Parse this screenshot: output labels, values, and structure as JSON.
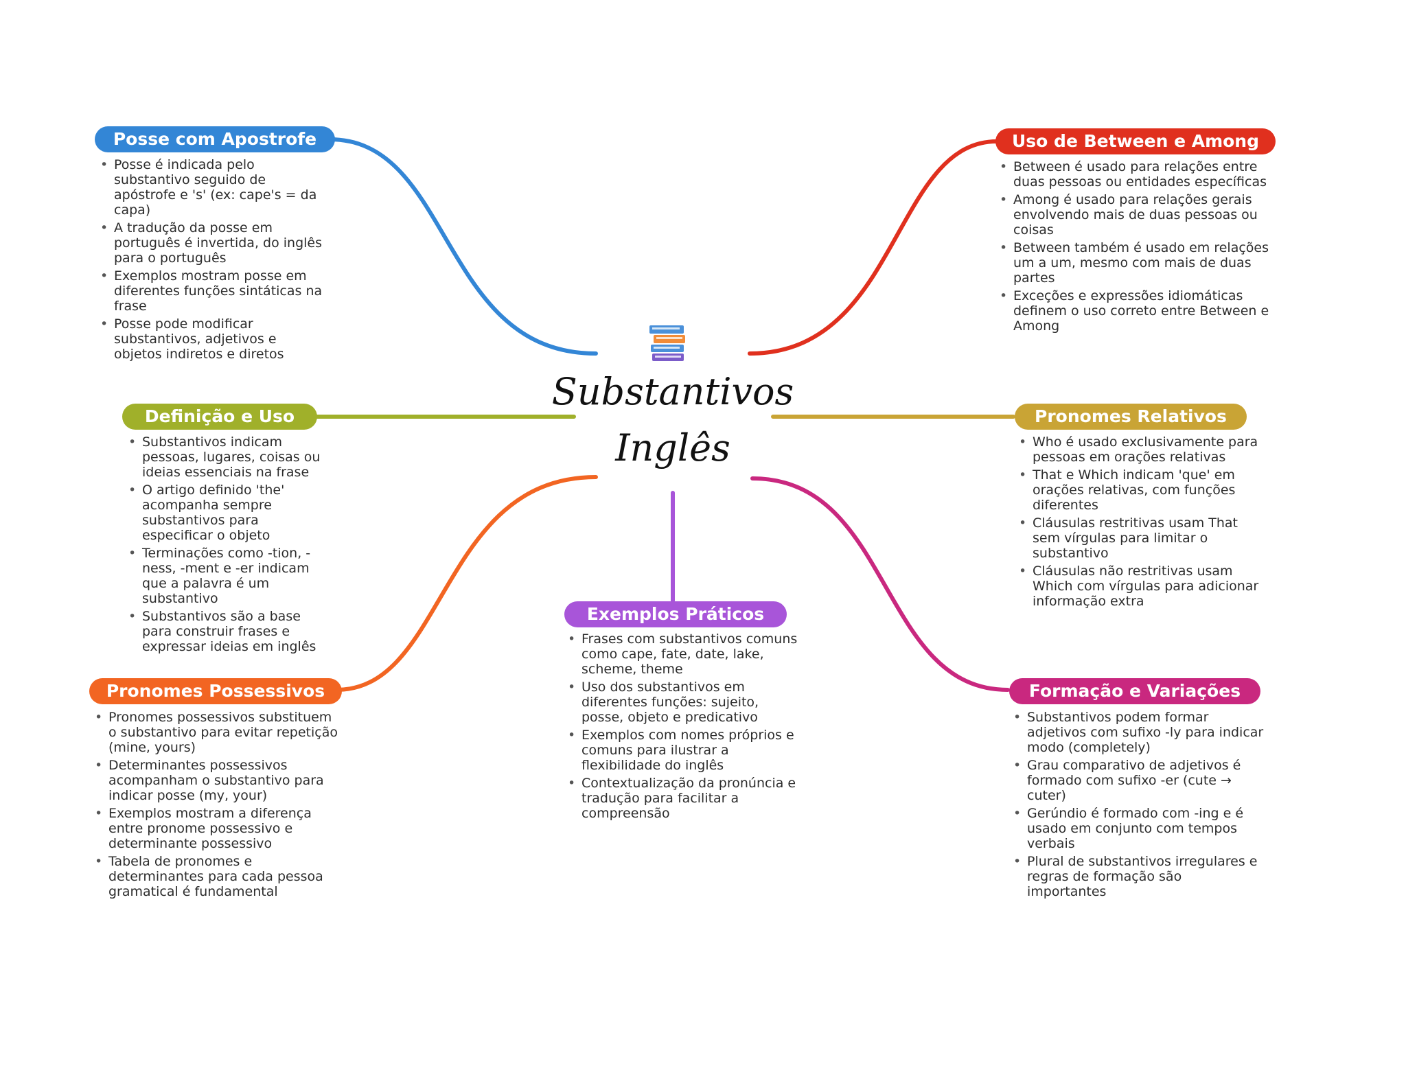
{
  "center": {
    "title_line1": "Substantivos",
    "title_line2": "Inglês",
    "icon": "books-icon"
  },
  "branches": {
    "posse": {
      "title": "Posse com Apostrofe",
      "color": "#3386d6",
      "items": [
        "Posse é indicada pelo substantivo seguido de apóstrofe e 's' (ex: cape's = da capa)",
        "A tradução da posse em português é invertida, do inglês para o português",
        "Exemplos mostram posse em diferentes funções sintáticas na frase",
        "Posse pode modificar substantivos, adjetivos e objetos indiretos e diretos"
      ]
    },
    "definicao": {
      "title": "Definição e Uso",
      "color": "#a0b02a",
      "items": [
        "Substantivos indicam pessoas, lugares, coisas ou ideias essenciais na frase",
        "O artigo definido 'the' acompanha sempre substantivos para especificar o objeto",
        "Terminações como -tion, -ness, -ment e -er indicam que a palavra é um substantivo",
        "Substantivos são a base para construir frases e expressar ideias em inglês"
      ]
    },
    "possessivos": {
      "title": "Pronomes Possessivos",
      "color": "#f26522",
      "items": [
        "Pronomes possessivos substituem o substantivo para evitar repetição (mine, yours)",
        "Determinantes possessivos acompanham o substantivo para indicar posse (my, your)",
        "Exemplos mostram a diferença entre pronome possessivo e determinante possessivo",
        "Tabela de pronomes e determinantes para cada pessoa gramatical é fundamental"
      ]
    },
    "exemplos": {
      "title": "Exemplos Práticos",
      "color": "#a855d9",
      "items": [
        "Frases com substantivos comuns como cape, fate, date, lake, scheme, theme",
        "Uso dos substantivos em diferentes funções: sujeito, posse, objeto e predicativo",
        "Exemplos com nomes próprios e comuns para ilustrar a flexibilidade do inglês",
        "Contextualização da pronúncia e tradução para facilitar a compreensão"
      ]
    },
    "between": {
      "title": "Uso de Between e Among",
      "color": "#e0301e",
      "items": [
        "Between é usado para relações entre duas pessoas ou entidades específicas",
        "Among é usado para relações gerais envolvendo mais de duas pessoas ou coisas",
        "Between também é usado em relações um a um, mesmo com mais de duas partes",
        "Exceções e expressões idiomáticas definem o uso correto entre Between e Among"
      ]
    },
    "relativos": {
      "title": "Pronomes Relativos",
      "color": "#c9a435",
      "items": [
        "Who é usado exclusivamente para pessoas em orações relativas",
        "That e Which indicam 'que' em orações relativas, com funções diferentes",
        "Cláusulas restritivas usam That sem vírgulas para limitar o substantivo",
        "Cláusulas não restritivas usam Which com vírgulas para adicionar informação extra"
      ]
    },
    "formacao": {
      "title": "Formação e Variações",
      "color": "#c9287f",
      "items": [
        "Substantivos podem formar adjetivos com sufixo -ly para indicar modo (completely)",
        "Grau comparativo de adjetivos é formado com sufixo -er (cute → cuter)",
        "Gerúndio é formado com -ing e é usado em conjunto com tempos verbais",
        "Plural de substantivos irregulares e regras de formação são importantes"
      ]
    }
  }
}
